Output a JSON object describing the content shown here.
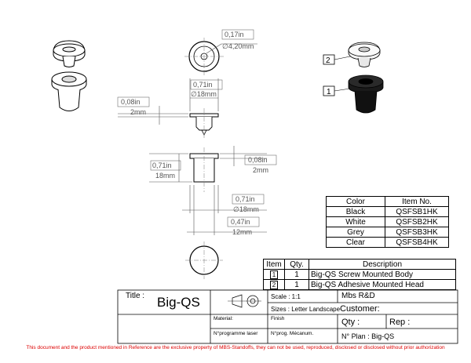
{
  "dimensions": {
    "hole_in": "0,17in",
    "hole_mm": "4,20mm",
    "head_dia_in": "0,71in",
    "head_dia_mm": "18mm",
    "head_thk_in": "0,08in",
    "head_thk_mm": "2mm",
    "body_height_in": "0,71in",
    "body_height_mm": "18mm",
    "flange_thk_in": "0,08in",
    "flange_thk_mm": "2mm",
    "body_dia_in": "0,71in",
    "body_dia_mm": "18mm",
    "shank_dia_in": "0,47in",
    "shank_dia_mm": "12mm",
    "diameter_symbol": "∅"
  },
  "callouts": {
    "head_item": "2",
    "body_item": "1"
  },
  "color_table": {
    "headers": [
      "Color",
      "Item No."
    ],
    "rows": [
      [
        "Black",
        "QSFSB1HK"
      ],
      [
        "White",
        "QSFSB2HK"
      ],
      [
        "Grey",
        "QSFSB3HK"
      ],
      [
        "Clear",
        "QSFSB4HK"
      ]
    ]
  },
  "bom": {
    "headers": [
      "Item",
      "Qty.",
      "Description"
    ],
    "rows": [
      {
        "item": "1",
        "qty": "1",
        "desc": "Big-QS Screw Mounted Body"
      },
      {
        "item": "2",
        "qty": "1",
        "desc": "Big-QS Adhesive Mounted Head"
      }
    ]
  },
  "title_block": {
    "title_label": "Title :",
    "title": "Big-QS",
    "scale": "Scale : 1:1",
    "company": "Mbs R&D",
    "sizes": "Sizes : Letter Landscape",
    "customer_label": "Customer:",
    "material_label": "Material:",
    "finish_label": "Finish",
    "qty_label": "Qty :",
    "rep_label": "Rep :",
    "laser_label": "N°programme laser",
    "mecanum_label": "N°prog. Mécanum.",
    "plan_label": "N° Plan : Big-QS"
  },
  "footer": "This document and the product mentioned in Reference are the exclusive property of MBS-Standoffs, they can not be used, reproduced, disclosed or disclosed without prior authorization",
  "colors": {
    "line": "#000000",
    "dim": "#555555",
    "footer": "#dd0000",
    "dark_part": "#1a1a1a"
  }
}
